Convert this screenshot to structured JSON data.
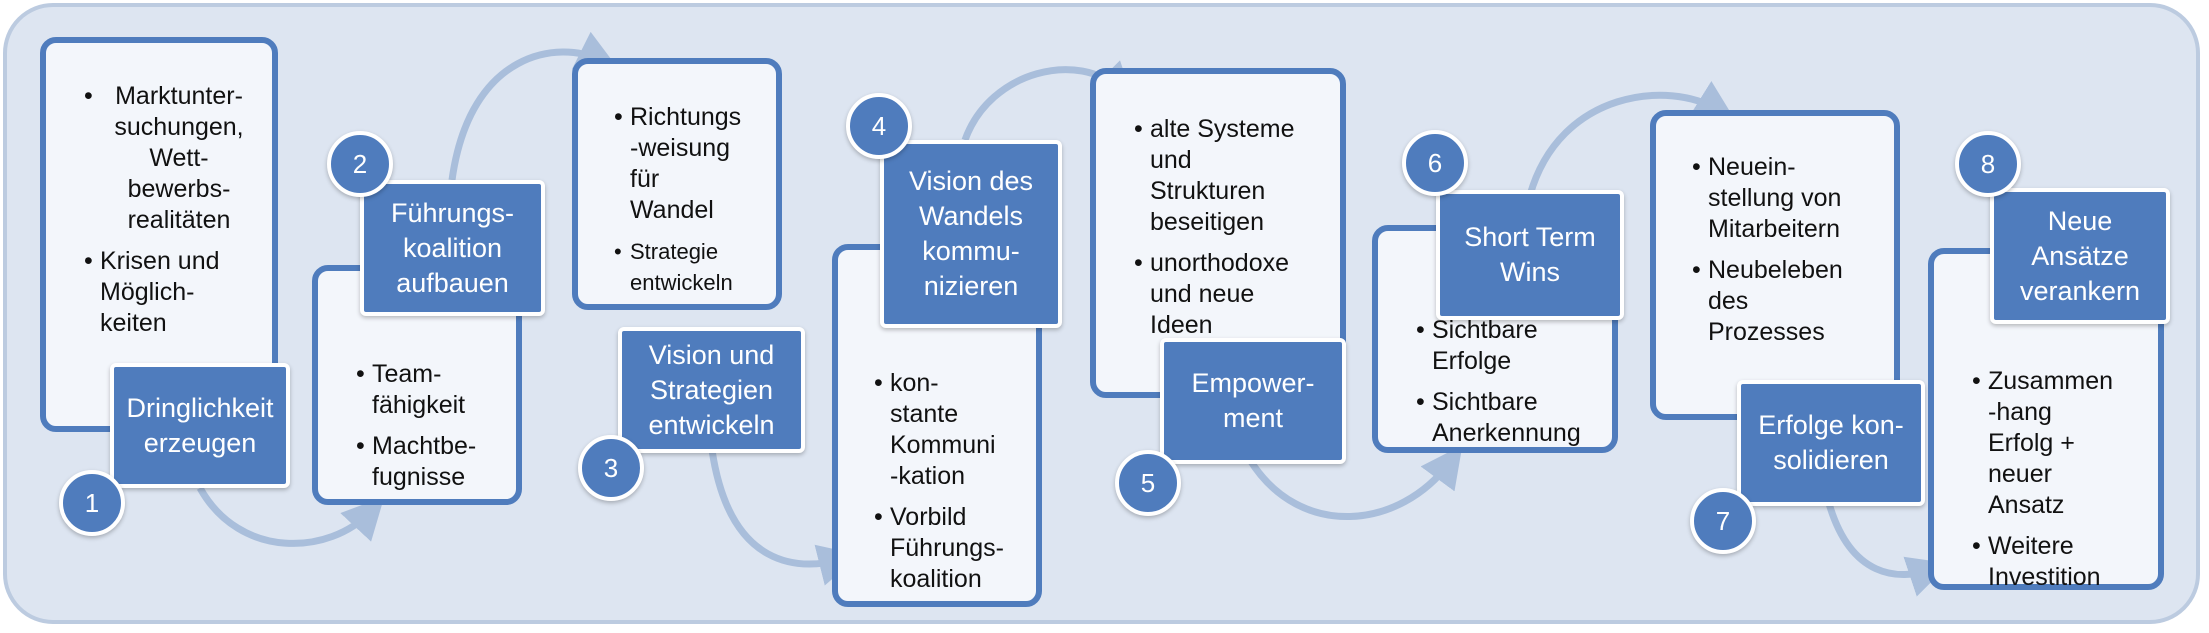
{
  "steps": [
    {
      "number": "1",
      "title": "Dringlichkeit\nerzeugen",
      "items": [
        "Marktunter-\nsuchungen,\nWett-\nbewerbs-\nrealitäten",
        "Krisen und\nMöglich-\nkeiten"
      ]
    },
    {
      "number": "2",
      "title": "Führungs-\nkoalition\naufbauen",
      "items": [
        "Team-\nfähigkeit",
        "Machtbe-\nfugnisse"
      ]
    },
    {
      "number": "3",
      "title": "Vision und\nStrategien\nentwickeln",
      "items": [
        "Richtungs\n-weisung\nfür\nWandel",
        "Strategie\nentwickeln"
      ]
    },
    {
      "number": "4",
      "title": "Vision des\nWandels\nkommu-\nnizieren",
      "items": [
        "kon-\nstante\nKommuni\n-kation",
        "Vorbild\nFührungs-\nkoalition"
      ]
    },
    {
      "number": "5",
      "title": "Empower-\nment",
      "items": [
        "alte Systeme\nund\nStrukturen\nbeseitigen",
        "unorthodoxe\nund neue\nIdeen"
      ]
    },
    {
      "number": "6",
      "title": "Short Term\nWins",
      "items": [
        "Sichtbare\nErfolge",
        "Sichtbare\nAnerkennung"
      ]
    },
    {
      "number": "7",
      "title": "Erfolge kon-\nsolidieren",
      "items": [
        "Neuein-\nstellung von\nMitarbeitern",
        "Neubeleben\ndes\nProzesses"
      ]
    },
    {
      "number": "8",
      "title": "Neue\nAnsätze\nverankern",
      "items": [
        "Zusammen\n-hang\nErfolg +\nneuer\nAnsatz",
        "Weitere\nInvestition"
      ]
    }
  ],
  "colors": {
    "box_fill": "#4f7cbd",
    "note_fill": "#f3f6fb",
    "background": "#dde5f1",
    "arrow": "#a9bedb"
  }
}
